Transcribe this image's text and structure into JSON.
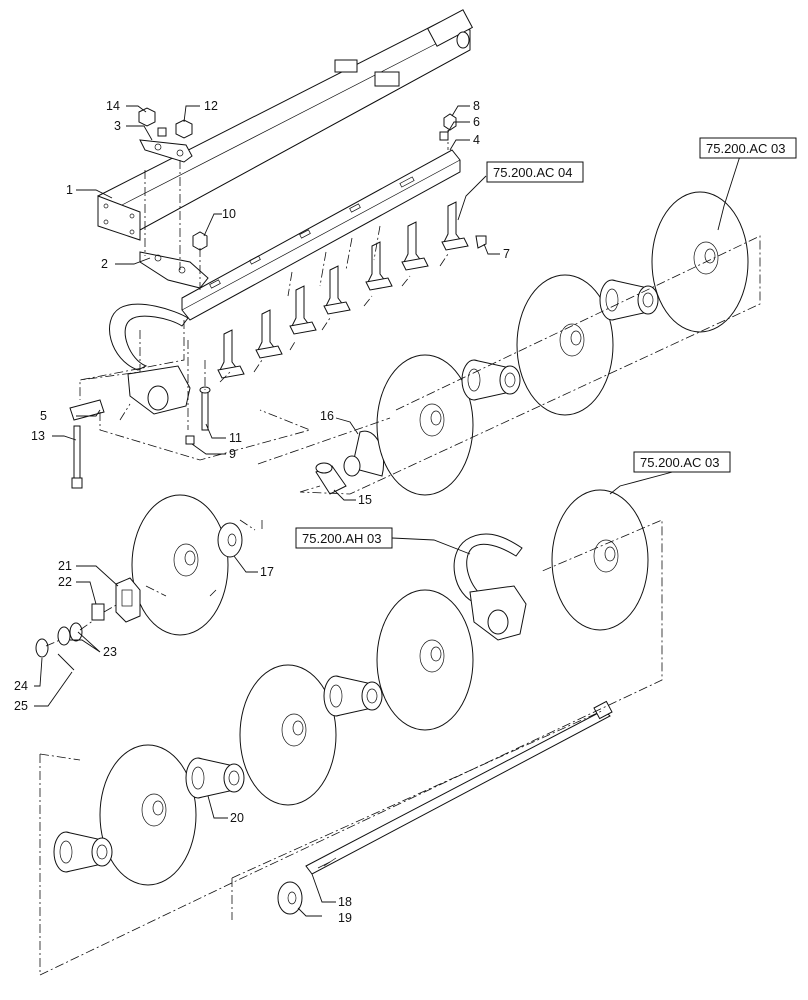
{
  "callouts": {
    "c1": "1",
    "c2": "2",
    "c3": "3",
    "c4": "4",
    "c5": "5",
    "c6": "6",
    "c7": "7",
    "c8": "8",
    "c9": "9",
    "c10": "10",
    "c11": "11",
    "c12": "12",
    "c13": "13",
    "c14": "14",
    "c15": "15",
    "c16": "16",
    "c17": "17",
    "c18": "18",
    "c19": "19",
    "c20": "20",
    "c21": "21",
    "c22": "22",
    "c23": "23",
    "c24": "24",
    "c25": "25"
  },
  "references": {
    "ac04": "75.200.AC 04",
    "ac03_top": "75.200.AC 03",
    "ac03_mid": "75.200.AC 03",
    "ah03": "75.200.AH 03"
  }
}
